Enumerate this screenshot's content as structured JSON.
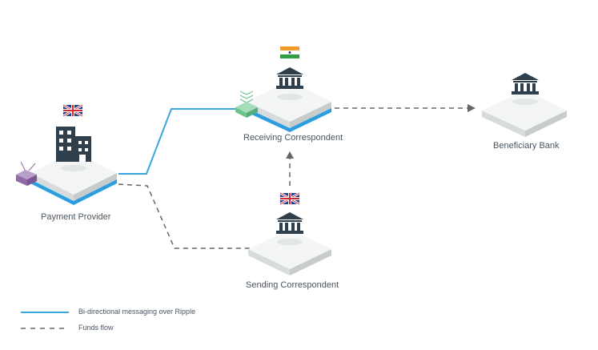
{
  "nodes": {
    "payment_provider": {
      "label": "Payment Provider",
      "flag": "uk-flag-icon",
      "icon": "office-building-icon"
    },
    "receiving_correspondent": {
      "label": "Receiving Correspondent",
      "flag": "india-flag-icon",
      "icon": "bank-icon"
    },
    "beneficiary_bank": {
      "label": "Beneficiary Bank",
      "icon": "bank-icon"
    },
    "sending_correspondent": {
      "label": "Sending Correspondent",
      "flag": "uk-flag-icon",
      "icon": "bank-icon"
    }
  },
  "legend": {
    "messaging": "Bi-directional messaging over Ripple",
    "funds": "Funds flow"
  },
  "colors": {
    "messaging_line": "#3aa6e0",
    "funds_line": "#666666",
    "icon": "#2f3f4c",
    "platform_top": "#f4f6f6",
    "platform_side": "#d7dbdc",
    "ripple_band": "#2b9ee0",
    "connector_purple": "#8e6aa6",
    "connector_green": "#6cc38c"
  }
}
